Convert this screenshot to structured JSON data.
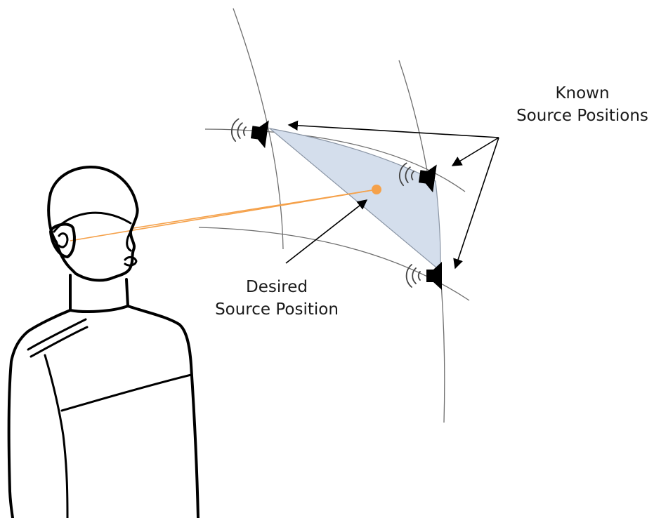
{
  "labels": {
    "known_line1": "Known",
    "known_line2": "Source Positions",
    "desired_line1": "Desired",
    "desired_line2": "Source Position"
  },
  "colors": {
    "outline": "#000000",
    "grid": "#6e6e6e",
    "patch_fill": "#d4deec",
    "ray": "#f5a14a",
    "text": "#1a1a1a"
  },
  "icons": {
    "listener": "person-head-torso-icon",
    "source": "speaker-icon",
    "sound": "sound-waves-icon",
    "target": "dot-marker-icon"
  }
}
